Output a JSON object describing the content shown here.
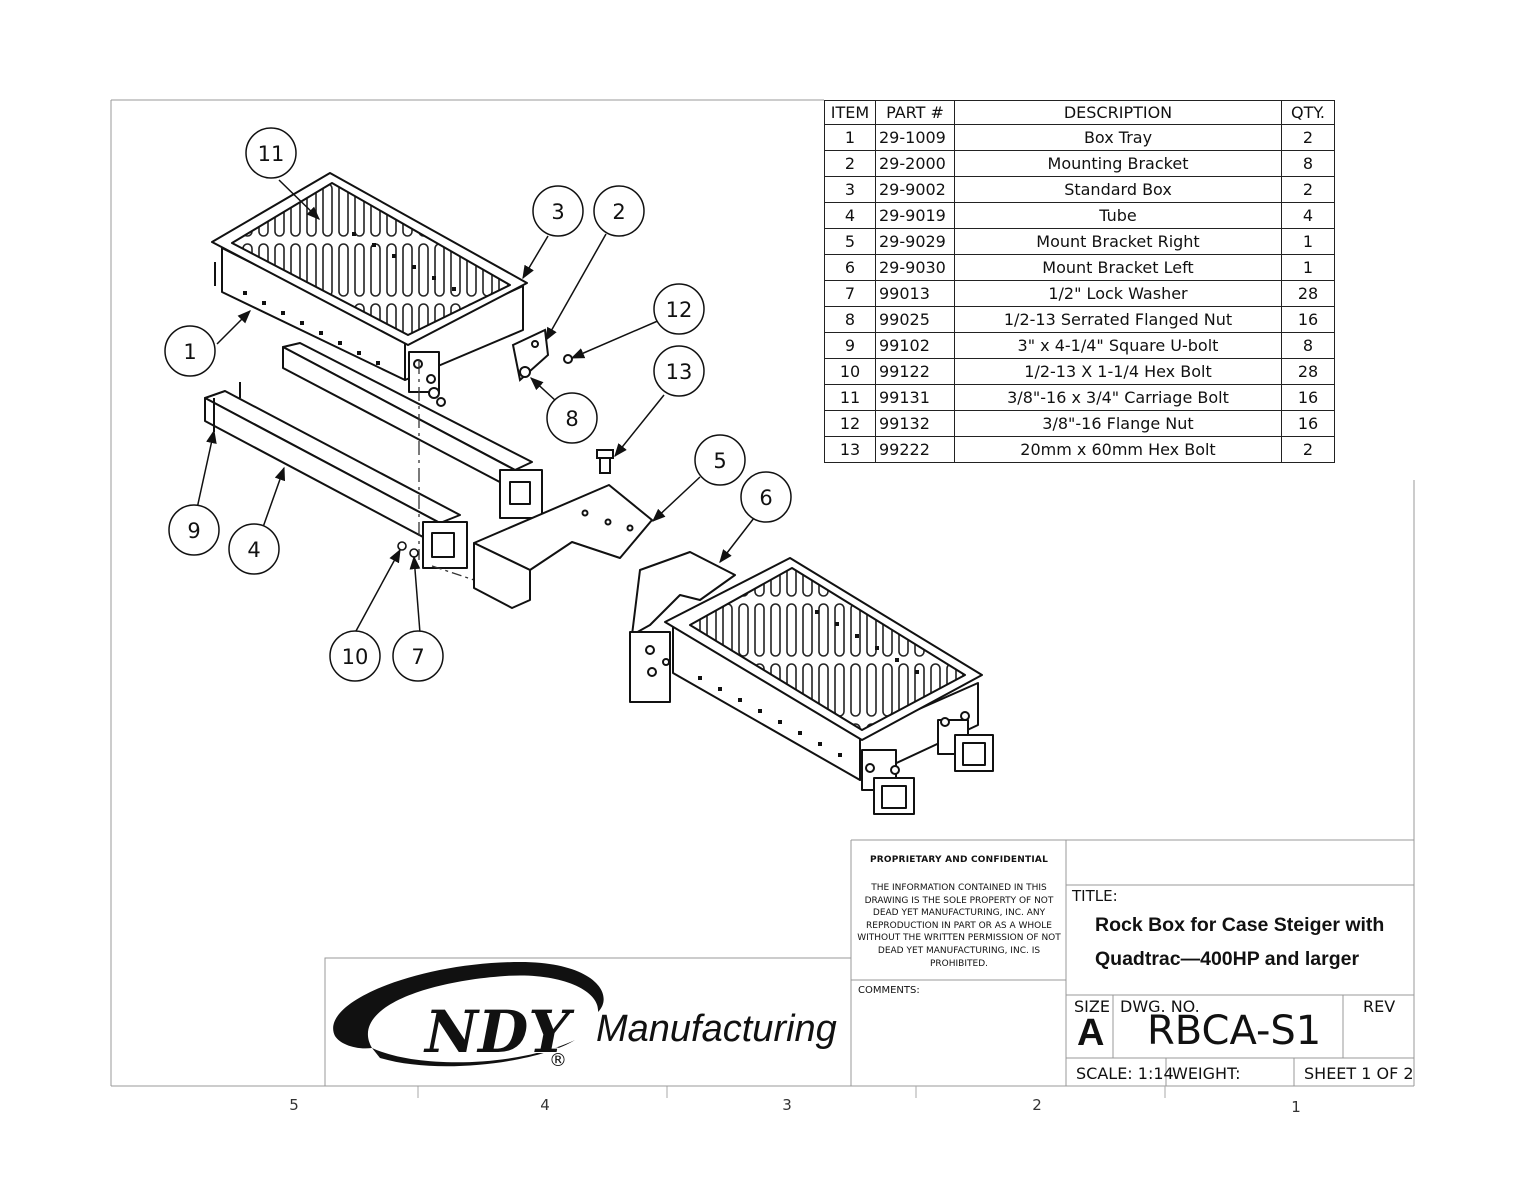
{
  "bom": {
    "headers": [
      "ITEM",
      "PART #",
      "DESCRIPTION",
      "QTY."
    ],
    "rows": [
      {
        "item": "1",
        "part": "29-1009",
        "description": "Box Tray",
        "qty": "2"
      },
      {
        "item": "2",
        "part": "29-2000",
        "description": "Mounting Bracket",
        "qty": "8"
      },
      {
        "item": "3",
        "part": "29-9002",
        "description": "Standard Box",
        "qty": "2"
      },
      {
        "item": "4",
        "part": "29-9019",
        "description": "Tube",
        "qty": "4"
      },
      {
        "item": "5",
        "part": "29-9029",
        "description": "Mount Bracket Right",
        "qty": "1"
      },
      {
        "item": "6",
        "part": "29-9030",
        "description": "Mount Bracket Left",
        "qty": "1"
      },
      {
        "item": "7",
        "part": "99013",
        "description": "1/2\" Lock Washer",
        "qty": "28"
      },
      {
        "item": "8",
        "part": "99025",
        "description": "1/2-13 Serrated Flanged Nut",
        "qty": "16"
      },
      {
        "item": "9",
        "part": "99102",
        "description": "3\" x 4-1/4\" Square U-bolt",
        "qty": "8"
      },
      {
        "item": "10",
        "part": "99122",
        "description": "1/2-13 X 1-1/4 Hex Bolt",
        "qty": "28"
      },
      {
        "item": "11",
        "part": "99131",
        "description": "3/8\"-16 x 3/4\" Carriage Bolt",
        "qty": "16"
      },
      {
        "item": "12",
        "part": "99132",
        "description": "3/8\"-16 Flange Nut",
        "qty": "16"
      },
      {
        "item": "13",
        "part": "99222",
        "description": "20mm x 60mm Hex Bolt",
        "qty": "2"
      }
    ]
  },
  "balloons": [
    "1",
    "2",
    "3",
    "4",
    "5",
    "6",
    "7",
    "8",
    "9",
    "10",
    "11",
    "12",
    "13"
  ],
  "title_block": {
    "proprietary_title": "PROPRIETARY AND CONFIDENTIAL",
    "proprietary_text": "THE INFORMATION CONTAINED IN THIS DRAWING IS THE SOLE PROPERTY OF NOT DEAD YET MANUFACTURING, INC. ANY REPRODUCTION IN PART OR AS A WHOLE WITHOUT THE WRITTEN PERMISSION OF NOT DEAD YET MANUFACTURING, INC. IS PROHIBITED.",
    "comments_label": "COMMENTS:",
    "title_label": "TITLE:",
    "title_line1": "Rock Box for Case Steiger with",
    "title_line2": "Quadtrac—400HP and larger",
    "size_label": "SIZE",
    "size_value": "A",
    "dwg_label": "DWG.  NO.",
    "dwg_value": "RBCA-S1",
    "rev_label": "REV",
    "scale": "SCALE: 1:14",
    "weight": "WEIGHT:",
    "sheet": "SHEET 1 OF 2"
  },
  "logo": {
    "brand": "NDY",
    "registered": "®",
    "text": "Manufacturing"
  },
  "zones": [
    "5",
    "4",
    "3",
    "2",
    "1"
  ]
}
